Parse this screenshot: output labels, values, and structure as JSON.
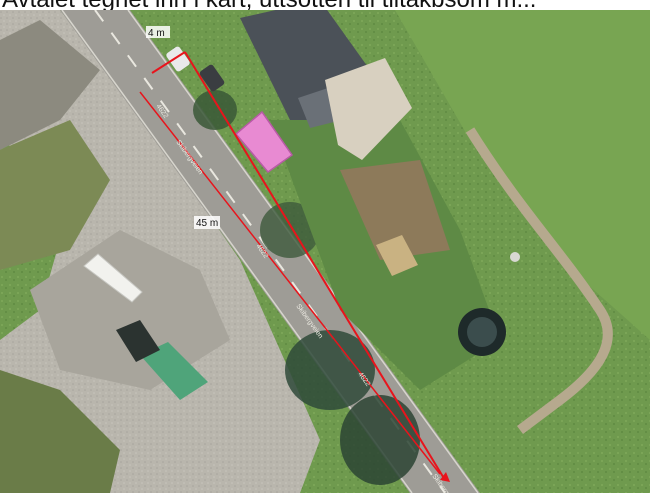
{
  "caption": "Avtalet tegnet inn i kart, uttsotten til tiltakbsom m...",
  "measurements": {
    "short": "4 m",
    "long": "45 m"
  },
  "road": {
    "name": "Skibergveien",
    "number": "4622"
  },
  "colors": {
    "measure_line": "#e8141c",
    "pink_roof": "#e88ad2",
    "green_roof": "#4fa47a",
    "grass": "#6f9a4e",
    "gravel": "#b9b6ad"
  }
}
